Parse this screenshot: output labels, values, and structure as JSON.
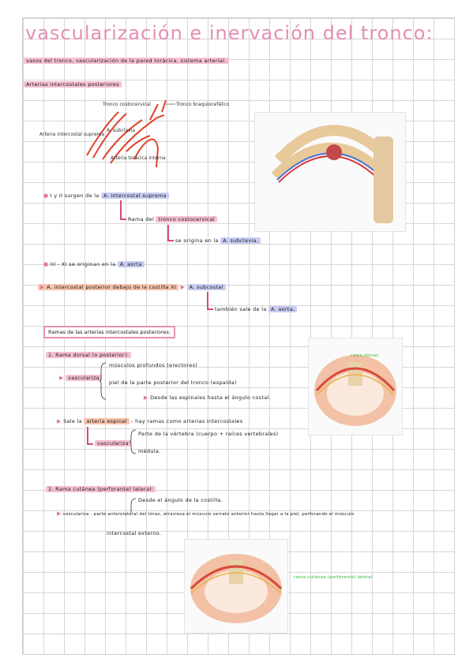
{
  "title": "vascularización e inervación del tronco:",
  "subtitle": "vasos del tronco, vascularización de la pared torácica, sistema arterial.",
  "section1": "Arterias intercostales posteriores",
  "sketch_labels": {
    "costocervical": "Tronco costocervical",
    "braquio": "Tronco braquiocefálico",
    "suprema": "Arteria intercostal suprema",
    "subclavia": "A. subclavia",
    "toracica": "Arteria torácica interna"
  },
  "line1": "I y II surgen de la",
  "line1_hl": "A. intercostal suprema",
  "line2": "Rama del",
  "line2_hl": "tronco costocervical",
  "line3": "se origina en la",
  "line3_hl": "A. subclavia.",
  "line4": "III - XI se originan en la",
  "line4_hl": "A. aorta",
  "line5": "A. intercostal posterior debajo de la costilla XI",
  "line5_hl": "A. subcostal",
  "line6": "también sale de la",
  "line6_hl": "A. aorta.",
  "box_title": "Ramas de las arterias intercostales posteriores:",
  "rama1": "1. Rama dorsal (o posterior):",
  "vasculariza": "vasculariza",
  "r1a": "músculos profundos (erectores)",
  "r1b": "piel de la parte posterior del tronco (espalda)",
  "r1c": "Desde las espinales hasta el ángulo costal.",
  "sale_de": "Sale la",
  "sale_hl": "arteria espinal",
  "sale_rest": "- hay ramas como arterias intercostales",
  "r2a": "Parte de la vértebra (cuerpo + raíces vertebrales)",
  "r2b": "médula.",
  "rama2": "2. Rama cutánea (perforante) lateral:",
  "r3a": "Desde el ángulo de la costilla.",
  "r3b": "vasculariza - parte anterolateral del tórax, atraviesa el músculo serrato anterior hasta llegar a la piel, perforando el músculo",
  "r3c": "intercostal externo.",
  "fig2_label": "rama dorsal",
  "fig3_label": "rama cutánea (perforante) lateral"
}
